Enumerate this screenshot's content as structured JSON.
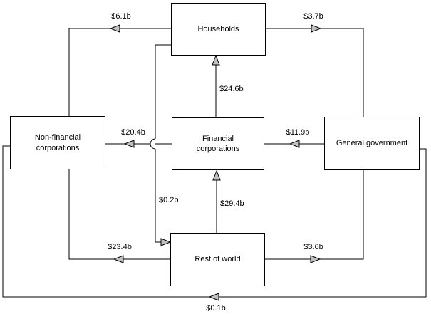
{
  "diagram": {
    "type": "flow-diagram",
    "nodes": [
      {
        "id": "households",
        "label": "Households"
      },
      {
        "id": "non-financial-corporations",
        "label": "Non-financial corporations"
      },
      {
        "id": "financial-corporations",
        "label": "Financial corporations"
      },
      {
        "id": "general-government",
        "label": "General government"
      },
      {
        "id": "rest-of-world",
        "label": "Rest of world"
      }
    ],
    "flows": [
      {
        "from": "Households",
        "to": "Non-financial corporations",
        "amount": "$6.1b"
      },
      {
        "from": "Households",
        "to": "General government",
        "amount": "$3.7b"
      },
      {
        "from": "Financial corporations",
        "to": "Households",
        "amount": "$24.6b"
      },
      {
        "from": "Financial corporations",
        "to": "Non-financial corporations",
        "amount": "$20.4b"
      },
      {
        "from": "General government",
        "to": "Financial corporations",
        "amount": "$11.9b"
      },
      {
        "from": "Households",
        "to": "Rest of world",
        "amount": "$0.2b"
      },
      {
        "from": "Rest of world",
        "to": "Financial corporations",
        "amount": "$29.4b"
      },
      {
        "from": "Rest of world",
        "to": "Non-financial corporations",
        "amount": "$23.4b"
      },
      {
        "from": "Rest of world",
        "to": "General government",
        "amount": "$3.6b"
      },
      {
        "from": "General government",
        "to": "Non-financial corporations",
        "amount": "$0.1b"
      }
    ],
    "colors": {
      "line": "#000000",
      "arrow_fill": "#c0c0c0",
      "background": "#ffffff",
      "text": "#000000"
    }
  }
}
